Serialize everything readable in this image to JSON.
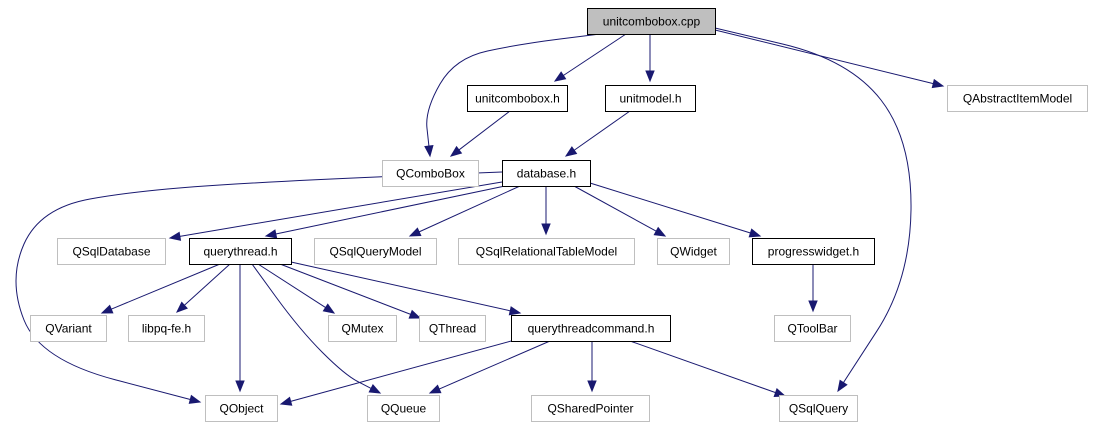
{
  "diagram": {
    "nodes": [
      {
        "id": "root",
        "label": "unitcombobox.cpp",
        "style": "root"
      },
      {
        "id": "unitcombobox_h",
        "label": "unitcombobox.h",
        "style": "documented"
      },
      {
        "id": "unitmodel_h",
        "label": "unitmodel.h",
        "style": "documented"
      },
      {
        "id": "qabstractitemmodel",
        "label": "QAbstractItemModel",
        "style": "external"
      },
      {
        "id": "qcombobox",
        "label": "QComboBox",
        "style": "external"
      },
      {
        "id": "database_h",
        "label": "database.h",
        "style": "documented"
      },
      {
        "id": "qsqldatabase",
        "label": "QSqlDatabase",
        "style": "external"
      },
      {
        "id": "querythread_h",
        "label": "querythread.h",
        "style": "documented"
      },
      {
        "id": "qsqlquerymodel",
        "label": "QSqlQueryModel",
        "style": "external"
      },
      {
        "id": "qsqlrelationaltablemodel",
        "label": "QSqlRelationalTableModel",
        "style": "external"
      },
      {
        "id": "qwidget",
        "label": "QWidget",
        "style": "external"
      },
      {
        "id": "progresswidget_h",
        "label": "progresswidget.h",
        "style": "documented"
      },
      {
        "id": "qvariant",
        "label": "QVariant",
        "style": "external"
      },
      {
        "id": "libpq_fe_h",
        "label": "libpq-fe.h",
        "style": "external"
      },
      {
        "id": "qmutex",
        "label": "QMutex",
        "style": "external"
      },
      {
        "id": "qthread",
        "label": "QThread",
        "style": "external"
      },
      {
        "id": "querythreadcommand_h",
        "label": "querythreadcommand.h",
        "style": "documented"
      },
      {
        "id": "qtoolbar",
        "label": "QToolBar",
        "style": "external"
      },
      {
        "id": "qobject",
        "label": "QObject",
        "style": "external"
      },
      {
        "id": "qqueue",
        "label": "QQueue",
        "style": "external"
      },
      {
        "id": "qsharedpointer",
        "label": "QSharedPointer",
        "style": "external"
      },
      {
        "id": "qsqlquery",
        "label": "QSqlQuery",
        "style": "external"
      }
    ],
    "edges": [
      {
        "from": "root",
        "to": "unitcombobox_h"
      },
      {
        "from": "root",
        "to": "unitmodel_h"
      },
      {
        "from": "root",
        "to": "qabstractitemmodel"
      },
      {
        "from": "root",
        "to": "qcombobox"
      },
      {
        "from": "root",
        "to": "qsqlquery"
      },
      {
        "from": "unitcombobox_h",
        "to": "qcombobox"
      },
      {
        "from": "unitmodel_h",
        "to": "database_h"
      },
      {
        "from": "database_h",
        "to": "qsqldatabase"
      },
      {
        "from": "database_h",
        "to": "querythread_h"
      },
      {
        "from": "database_h",
        "to": "qsqlquerymodel"
      },
      {
        "from": "database_h",
        "to": "qsqlrelationaltablemodel"
      },
      {
        "from": "database_h",
        "to": "qwidget"
      },
      {
        "from": "database_h",
        "to": "progresswidget_h"
      },
      {
        "from": "database_h",
        "to": "qobject"
      },
      {
        "from": "querythread_h",
        "to": "qvariant"
      },
      {
        "from": "querythread_h",
        "to": "libpq_fe_h"
      },
      {
        "from": "querythread_h",
        "to": "qobject"
      },
      {
        "from": "querythread_h",
        "to": "qmutex"
      },
      {
        "from": "querythread_h",
        "to": "qthread"
      },
      {
        "from": "querythread_h",
        "to": "qqueue"
      },
      {
        "from": "querythread_h",
        "to": "querythreadcommand_h"
      },
      {
        "from": "querythreadcommand_h",
        "to": "qobject"
      },
      {
        "from": "querythreadcommand_h",
        "to": "qqueue"
      },
      {
        "from": "querythreadcommand_h",
        "to": "qsharedpointer"
      },
      {
        "from": "querythreadcommand_h",
        "to": "qsqlquery"
      },
      {
        "from": "progresswidget_h",
        "to": "qtoolbar"
      }
    ]
  },
  "colors": {
    "edge": "#191970",
    "root_fill": "#bfbfbf",
    "documented_border": "#000000",
    "external_border": "#bfbfbf"
  }
}
